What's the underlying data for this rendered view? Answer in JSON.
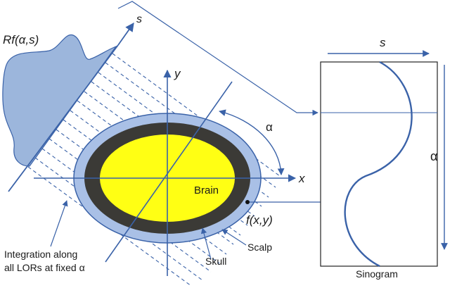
{
  "labels": {
    "projection": "Rf(α,s)",
    "s_axis": "s",
    "y_axis": "y",
    "x_axis": "x",
    "alpha": "α",
    "brain": "Brain",
    "function": "f(x,y)",
    "scalp": "Scalp",
    "skull": "Skull",
    "integration_line1": "Integration along",
    "integration_line2": "all LORs at fixed α",
    "sinogram_s": "s",
    "sinogram_alpha": "α",
    "sinogram_title": "Sinogram"
  },
  "colors": {
    "line_blue": "#3a62a8",
    "scalp_fill": "#a9c0e6",
    "skull_fill": "#3b3a36",
    "brain_fill": "#ffff14",
    "profile_fill": "#9cb6dc"
  }
}
